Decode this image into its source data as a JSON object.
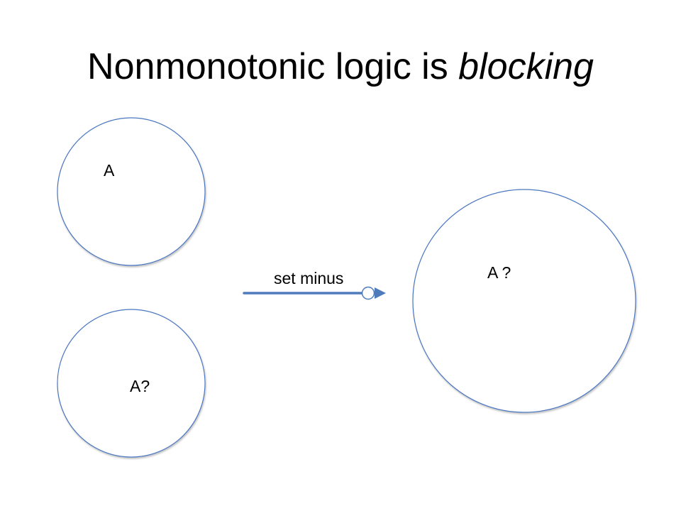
{
  "slide": {
    "title_main": "Nonmonotonic logic is ",
    "title_emphasis": "blocking"
  },
  "diagram": {
    "circle_top_left_label": "A",
    "circle_bottom_left_label": "A?",
    "circle_right_label": "A ?",
    "arrow_label": "set minus"
  },
  "colors": {
    "circle_stroke": "#4a76c0",
    "arrow": "#4f7bbd",
    "text": "#000000"
  }
}
